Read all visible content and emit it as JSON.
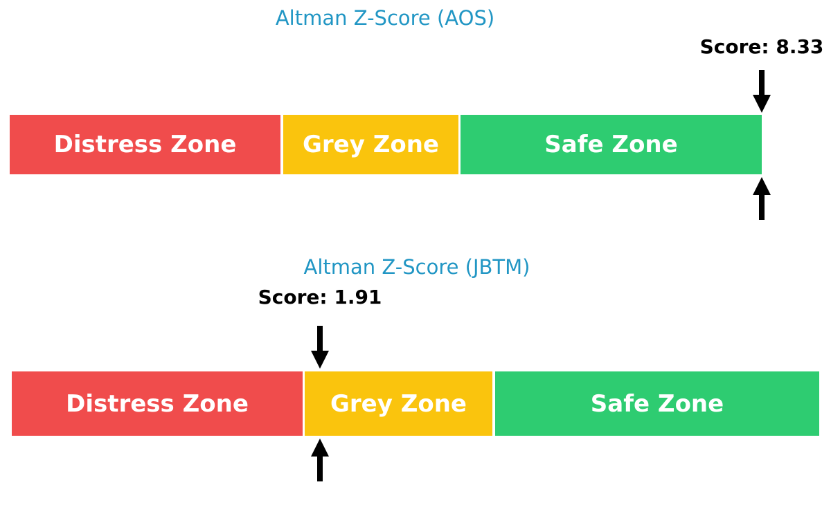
{
  "page": {
    "background": "#FFFFFF"
  },
  "colors": {
    "distress_zone": "#F04C4C",
    "grey_zone": "#FAC40D",
    "safe_zone": "#2ECC71",
    "title_text": "#2196C4",
    "score_text": "#000000",
    "zone_label_text": "#FFFFFF",
    "arrow": "#000000"
  },
  "charts": [
    {
      "title": "Altman Z-Score (AOS)",
      "score_label": "Score: 8.33",
      "zones": [
        {
          "label": "Distress Zone"
        },
        {
          "label": "Grey Zone"
        },
        {
          "label": "Safe Zone"
        }
      ]
    },
    {
      "title": "Altman Z-Score (JBTM)",
      "score_label": "Score: 1.91",
      "zones": [
        {
          "label": "Distress Zone"
        },
        {
          "label": "Grey Zone"
        },
        {
          "label": "Safe Zone"
        }
      ]
    }
  ],
  "chart_data": [
    {
      "type": "bar",
      "orientation": "horizontal",
      "title": "Altman Z-Score (AOS)",
      "ticker": "AOS",
      "score": 8.33,
      "xlim": [
        0,
        5
      ],
      "zones": [
        {
          "label": "Distress Zone",
          "approx_range": [
            0,
            1.81
          ],
          "color": "#F04C4C"
        },
        {
          "label": "Grey Zone",
          "approx_range": [
            1.81,
            2.99
          ],
          "color": "#FAC40D"
        },
        {
          "label": "Safe Zone",
          "approx_range": [
            2.99,
            5.0
          ],
          "color": "#2ECC71"
        }
      ],
      "score_marker": "black down-arrow above bar and up-arrow below bar, clamped at right end of Safe Zone",
      "legend": "none",
      "grid": false
    },
    {
      "type": "bar",
      "orientation": "horizontal",
      "title": "Altman Z-Score (JBTM)",
      "ticker": "JBTM",
      "score": 1.91,
      "xlim": [
        0,
        5
      ],
      "zones": [
        {
          "label": "Distress Zone",
          "approx_range": [
            0,
            1.81
          ],
          "color": "#F04C4C"
        },
        {
          "label": "Grey Zone",
          "approx_range": [
            1.81,
            2.99
          ],
          "color": "#FAC40D"
        },
        {
          "label": "Safe Zone",
          "approx_range": [
            2.99,
            5.0
          ],
          "color": "#2ECC71"
        }
      ],
      "score_marker": "black down-arrow above bar and up-arrow below bar at start of Grey Zone",
      "legend": "none",
      "grid": false
    }
  ]
}
